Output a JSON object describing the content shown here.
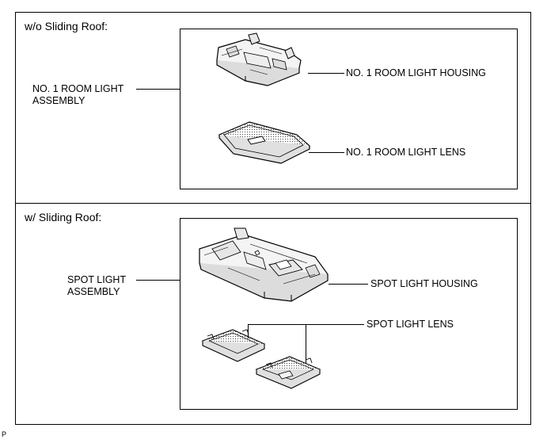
{
  "section_top": {
    "heading": "w/o Sliding Roof:",
    "assembly_label_line1": "NO. 1 ROOM LIGHT",
    "assembly_label_line2": "ASSEMBLY",
    "housing_label": "NO. 1 ROOM LIGHT HOUSING",
    "lens_label": "NO. 1 ROOM LIGHT LENS"
  },
  "section_bottom": {
    "heading": "w/ Sliding Roof:",
    "assembly_label_line1": "SPOT LIGHT",
    "assembly_label_line2": "ASSEMBLY",
    "housing_label": "SPOT LIGHT HOUSING",
    "lens_label": "SPOT LIGHT LENS"
  },
  "footer_code": "P"
}
